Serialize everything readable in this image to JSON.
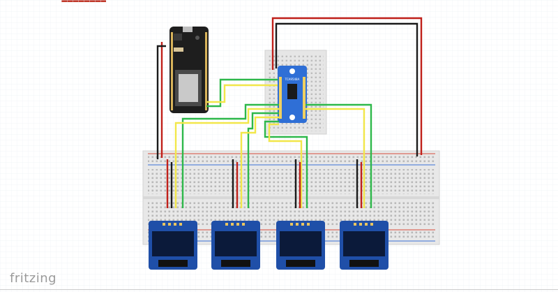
{
  "app": {
    "brand_label": "fritzing"
  },
  "chip_label": "TCA9548A",
  "oled_count": 4,
  "wire_colors": {
    "power": "#c0201a",
    "ground": "#1a1a1a",
    "sda": "#f2e74a",
    "scl": "#2db84a"
  },
  "board_colors": {
    "feather": "#1e1e1e",
    "mux": "#2f6fd6",
    "oled": "#1f4fa8",
    "screen": "#0b1a3a",
    "breadboard": "#ececec",
    "rail_red": "#d64a3a",
    "rail_blue": "#3a6fd6"
  }
}
